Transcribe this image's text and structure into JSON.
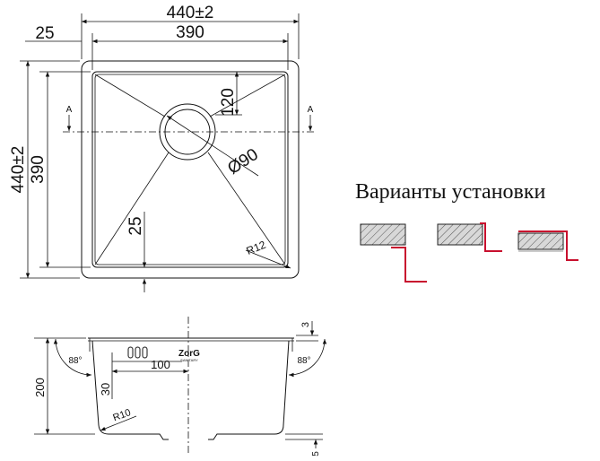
{
  "top_view": {
    "overall_width": "440±2",
    "inner_width": "390",
    "rim_offset": "25",
    "overall_height": "440±2",
    "inner_height": "390",
    "drain_offset": "120",
    "drain_diameter": "Ø90",
    "bottom_offset": "25",
    "corner_radius": "R12",
    "section_mark_left": "A",
    "section_mark_right": "A"
  },
  "section_view": {
    "angle_left": "88°",
    "angle_right": "88°",
    "rim_thickness": "3",
    "overflow_height": "30",
    "overflow_width": "100",
    "depth": "200",
    "bottom_radius": "R10",
    "bottom_offset": "5",
    "brand_logo": "ZorG",
    "brand_sub": "SANITARY"
  },
  "install_variants": {
    "title": "Варианты установки",
    "accent_color": "#c8102e"
  }
}
